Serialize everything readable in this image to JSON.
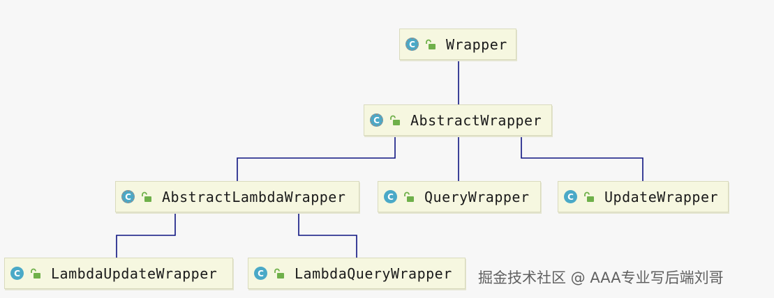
{
  "diagram": {
    "nodes": [
      {
        "id": "wrapper",
        "label": "Wrapper",
        "kind": "abstract"
      },
      {
        "id": "abstract-wrapper",
        "label": "AbstractWrapper",
        "kind": "abstract"
      },
      {
        "id": "abstract-lambda-wrapper",
        "label": "AbstractLambdaWrapper",
        "kind": "abstract"
      },
      {
        "id": "query-wrapper",
        "label": "QueryWrapper",
        "kind": "class"
      },
      {
        "id": "update-wrapper",
        "label": "UpdateWrapper",
        "kind": "class"
      },
      {
        "id": "lambda-update-wrapper",
        "label": "LambdaUpdateWrapper",
        "kind": "class"
      },
      {
        "id": "lambda-query-wrapper",
        "label": "LambdaQueryWrapper",
        "kind": "class"
      }
    ],
    "edges": [
      {
        "from": "abstract-wrapper",
        "to": "wrapper"
      },
      {
        "from": "abstract-lambda-wrapper",
        "to": "abstract-wrapper"
      },
      {
        "from": "query-wrapper",
        "to": "abstract-wrapper"
      },
      {
        "from": "update-wrapper",
        "to": "abstract-wrapper"
      },
      {
        "from": "lambda-update-wrapper",
        "to": "abstract-lambda-wrapper"
      },
      {
        "from": "lambda-query-wrapper",
        "to": "abstract-lambda-wrapper"
      }
    ],
    "icon_letter": "C",
    "colors": {
      "node_fill": "#f6f7e0",
      "node_border": "#d9dabd",
      "class_icon": "#4aa9c7",
      "lock_icon": "#6fb04a",
      "edge": "#0d1380"
    }
  },
  "watermark": "掘金技术社区 @ AAA专业写后端刘哥"
}
